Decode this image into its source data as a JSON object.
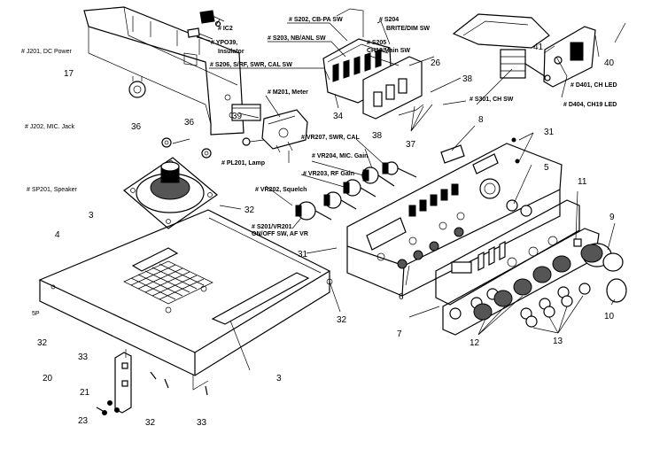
{
  "labels": {
    "ic2": "# IC2",
    "ypo39": "# YPO39,",
    "insulator": "Insulator",
    "s202": "# S202, CB-PA SW",
    "s204": "# S204",
    "brite_dim": "BRITE/DIM SW",
    "s203": "# S203, NB/ANL SW",
    "s205": "# S205",
    "ch19_main": "CH19/Main SW",
    "s206": "# S206, S/RF, SWR, CAL SW",
    "j201": "# J201, DC Power",
    "m201": "# M201, Meter",
    "s301": "# S301, CH SW",
    "d401": "# D401, CH LED",
    "d404": "# D404, CH19 LED",
    "j202": "# J202, MIC. Jack",
    "vr207": "# VR207, SWR, CAL",
    "pl201": "# PL201, Lamp",
    "vr204": "# VR204, MIC. Gain",
    "sp201": "# SP201, Speaker",
    "vr203": "# VR203, RF Gain",
    "vr202": "# VR202, Squelch",
    "s201_vr201": "# S201/VR201",
    "onoff": "ON/OFF SW, AF VR"
  },
  "numbers": {
    "n3a": "3",
    "n3b": "3",
    "n4": "4",
    "n5": "5",
    "n6": "6",
    "n7": "7",
    "n8": "8",
    "n9": "9",
    "n10": "10",
    "n11": "11",
    "n12": "12",
    "n13": "13",
    "n17": "17",
    "n20": "20",
    "n21": "21",
    "n23": "23",
    "n26": "26",
    "n31a": "31",
    "n31b": "31",
    "n32a": "32",
    "n32b": "32",
    "n32c": "32",
    "n32d": "32",
    "n33a": "33",
    "n33b": "33",
    "n34": "34",
    "n36a": "36",
    "n36b": "36",
    "n37": "37",
    "n38a": "38",
    "n38b": "38",
    "n39": "39",
    "n40": "40",
    "n41": "41"
  }
}
